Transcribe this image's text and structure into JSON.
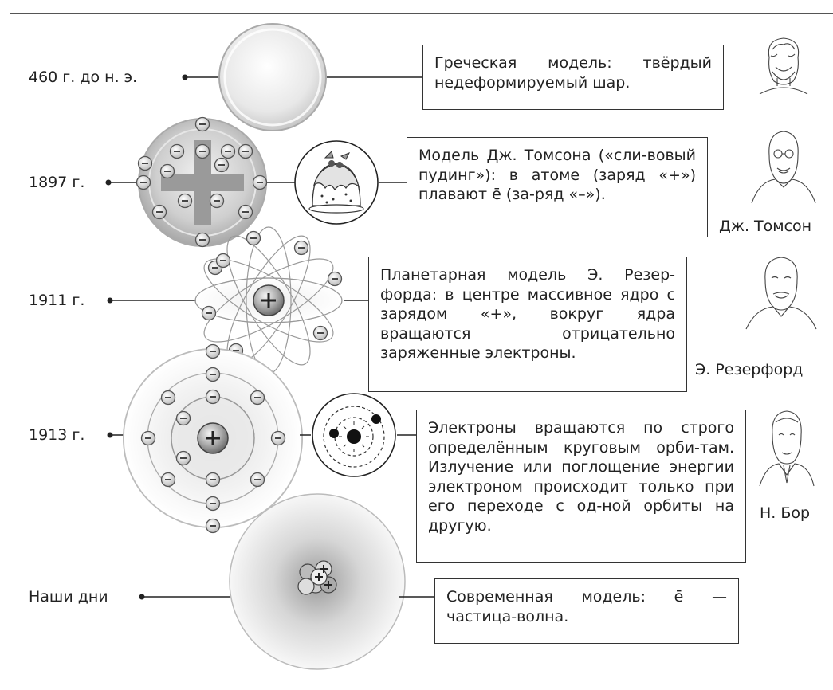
{
  "rows": [
    {
      "year": "460 г. до н. э.",
      "text": "Греческая модель: твёрдый недеформируемый шар.",
      "scientist": ""
    },
    {
      "year": "1897 г.",
      "text": "Модель Дж. Томсона («сли-вовый пудинг»): в атоме (заряд «+») плавают ē (за-ряд «–»).",
      "scientist": "Дж. Томсон"
    },
    {
      "year": "1911 г.",
      "text": "Планетарная модель Э. Резер-форда: в центре массивное ядро с зарядом «+», вокруг ядра вращаются отрицательно заряженные электроны.",
      "scientist": "Э. Резерфорд"
    },
    {
      "year": "1913 г.",
      "text": "Электроны вращаются по строго определённым круговым орби-там. Излучение или поглощение энергии электроном происходит только при его переходе с од-ной орбиты на другую.",
      "scientist": "Н. Бор"
    },
    {
      "year": "Наши дни",
      "text": "Современная модель: ē — частица-волна.",
      "scientist": ""
    }
  ],
  "symbols": {
    "electron": "−",
    "proton": "+"
  }
}
